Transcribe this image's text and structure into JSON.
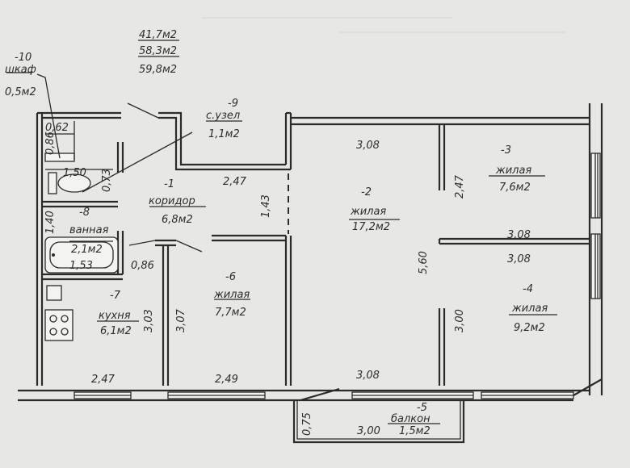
{
  "area_totals": [
    "41,7м2",
    "58,3м2",
    "59,8м2"
  ],
  "rooms": {
    "wardrobe": {
      "num": "-10",
      "name": "шкаф",
      "area": "0,5м2"
    },
    "wc": {
      "num": "-9",
      "name": "с.узел",
      "area": "1,1м2"
    },
    "corridor": {
      "num": "-1",
      "name": "коридор",
      "area": "6,8м2"
    },
    "bath": {
      "num": "-8",
      "name": "ванная",
      "area": "2,1м2"
    },
    "kitchen": {
      "num": "-7",
      "name": "кухня",
      "area": "6,1м2"
    },
    "room6": {
      "num": "-6",
      "name": "жилая",
      "area": "7,7м2"
    },
    "room2": {
      "num": "-2",
      "name": "жилая",
      "area": "17,2м2"
    },
    "room3": {
      "num": "-3",
      "name": "жилая",
      "area": "7,6м2"
    },
    "room4": {
      "num": "-4",
      "name": "жилая",
      "area": "9,2м2"
    },
    "balcony": {
      "num": "-5",
      "name": "балкон",
      "area": "1,5м2"
    }
  },
  "dims": {
    "d062": "0,62",
    "d086a": "0,86",
    "d150": "1,50",
    "d073": "0,73",
    "d140": "1,40",
    "d153": "1,53",
    "d086b": "0,86",
    "d303a": "3,03",
    "d307": "3,07",
    "d247a": "2,47",
    "d143": "1,43",
    "d308top": "3,08",
    "d247b": "2,47",
    "d308r1": "3,08",
    "d308r2": "3,08",
    "d560": "5,60",
    "d300v": "3,00",
    "d247bot": "2,47",
    "d249": "2,49",
    "d308bot": "3,08",
    "d075": "0,75",
    "d300bal": "3,00"
  }
}
